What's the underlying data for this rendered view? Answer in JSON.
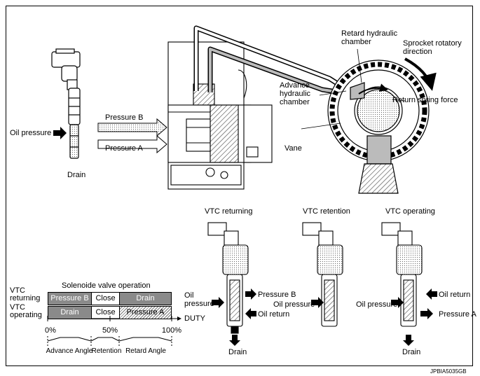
{
  "labels": {
    "retard_chamber": "Retard hydraulic\nchamber",
    "sprocket_direction": "Sprocket rotatory\ndirection",
    "return_spring": "Return spring force",
    "advance_chamber": "Advance\nhydraulic\nchamber",
    "vane": "Vane",
    "oil_pressure_top": "Oil pressure",
    "drain_top": "Drain",
    "pressure_b_top": "Pressure B",
    "pressure_a_top": "Pressure A"
  },
  "modes": {
    "returning": {
      "title": "VTC returning",
      "oil": "Oil\npressure",
      "out": "Pressure B",
      "ret": "Oil return",
      "drain": "Drain"
    },
    "retention": {
      "title": "VTC retention",
      "oil": "Oil pressure",
      "drain": ""
    },
    "operating": {
      "title": "VTC operating",
      "oil": "Oil pressure",
      "ret": "Oil return",
      "out": "Pressure A",
      "drain": "Drain"
    }
  },
  "table": {
    "title": "Solenoide valve operation",
    "row1_label": "VTC\nreturning",
    "row2_label": "VTC\noperating",
    "row1": [
      "Pressure B",
      "Close",
      "Drain"
    ],
    "row2": [
      "Drain",
      "Close",
      "Pressure A"
    ],
    "duty_label": "DUTY",
    "ticks": [
      "0%",
      "50%",
      "100%"
    ],
    "ranges": [
      "Advance Angle",
      "Retention",
      "Retard Angle"
    ]
  },
  "figure_id": "JPBIA5035GB"
}
